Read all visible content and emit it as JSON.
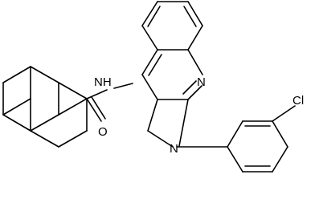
{
  "molecule": {
    "atom_labels": {
      "amide_nh": "NH",
      "carbonyl_o": "O",
      "pyridine_n": "N",
      "pyrroline_n": "N",
      "chlorine": "Cl"
    },
    "colors": {
      "bond": "#000000",
      "label": "#000000",
      "background": "#ffffff"
    }
  }
}
